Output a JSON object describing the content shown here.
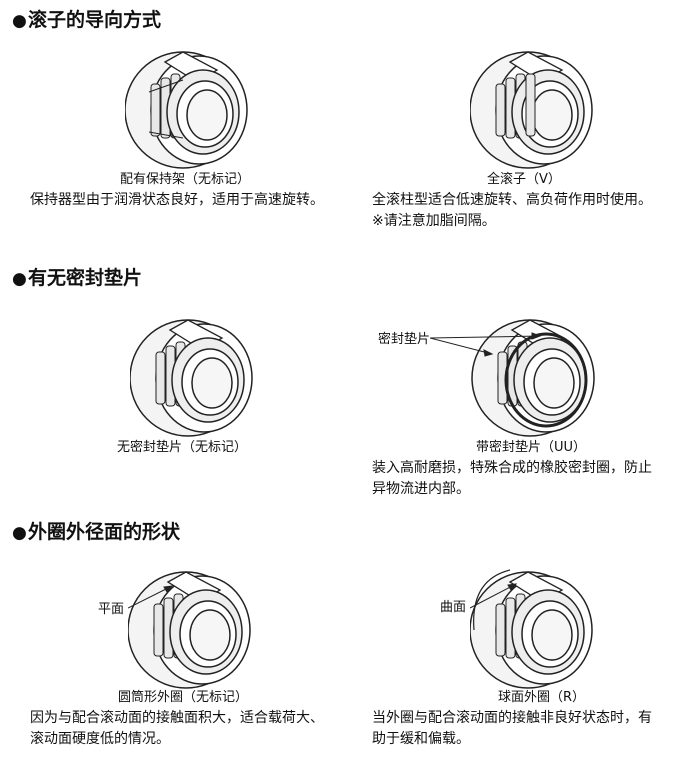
{
  "sections": [
    {
      "heading": "滚子的导向方式",
      "items": [
        {
          "caption": "配有保持架（无标记）",
          "desc": [
            "保持器型由于润滑状态良好，适用于高速旋转。"
          ]
        },
        {
          "caption": "全滚子（V）",
          "desc": [
            "全滚柱型适合低速旋转、高负荷作用时使用。",
            "※请注意加脂间隔。"
          ]
        }
      ]
    },
    {
      "heading": "有无密封垫片",
      "items": [
        {
          "caption": "无密封垫片（无标记）",
          "desc": []
        },
        {
          "caption": "带密封垫片（UU）",
          "label": "密封垫片",
          "desc": [
            "装入高耐磨损，特殊合成的橡胶密封圈，防止",
            "异物流进内部。"
          ]
        }
      ]
    },
    {
      "heading": "外圈外径面的形状",
      "items": [
        {
          "caption": "圆筒形外圈（无标记）",
          "label": "平面",
          "desc": [
            "因为与配合滚动面的接触面积大，适合载荷大、",
            "滚动面硬度低的情况。"
          ]
        },
        {
          "caption": "球面外圈（R）",
          "label": "曲面",
          "desc": [
            "当外圈与配合滚动面的接触非良好状态时，有",
            "助于缓和偏载。"
          ]
        }
      ]
    }
  ],
  "icons": {
    "bullet": "bullet-icon"
  }
}
